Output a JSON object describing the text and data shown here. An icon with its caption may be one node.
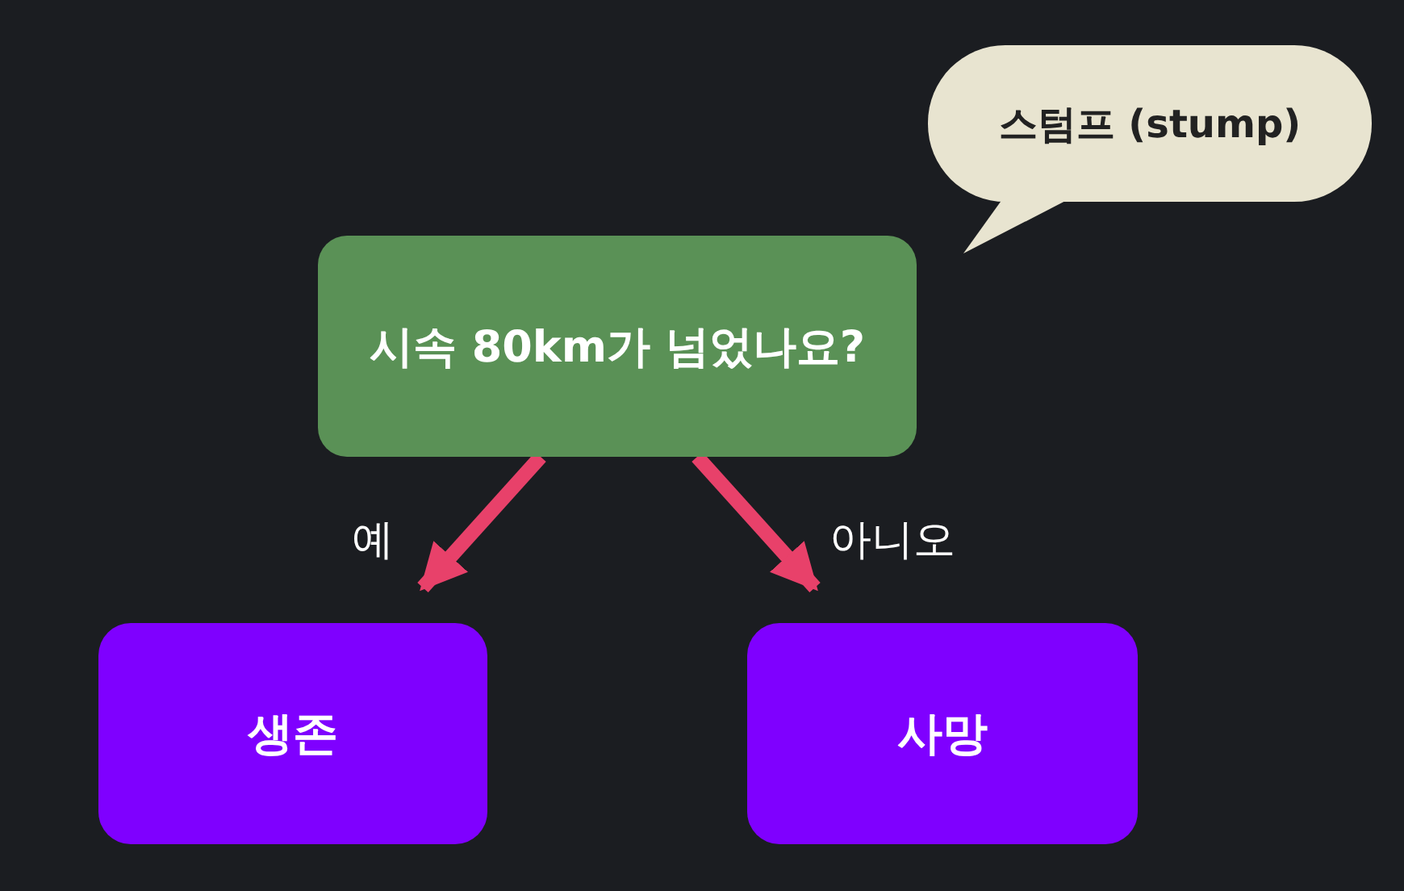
{
  "diagram": {
    "nodes": [
      {
        "text": [
          "스텀프 (stump)"
        ]
      },
      {
        "text": [
          "시속 80km가 넘었나요?"
        ]
      },
      {
        "text": [
          "생존"
        ]
      },
      {
        "text": [
          "사망"
        ]
      }
    ],
    "edges": [
      {
        "from": 1,
        "to": 2,
        "arrow": "to",
        "label": "예"
      },
      {
        "from": 1,
        "to": 3,
        "arrow": "to",
        "label": "아니오"
      }
    ]
  }
}
